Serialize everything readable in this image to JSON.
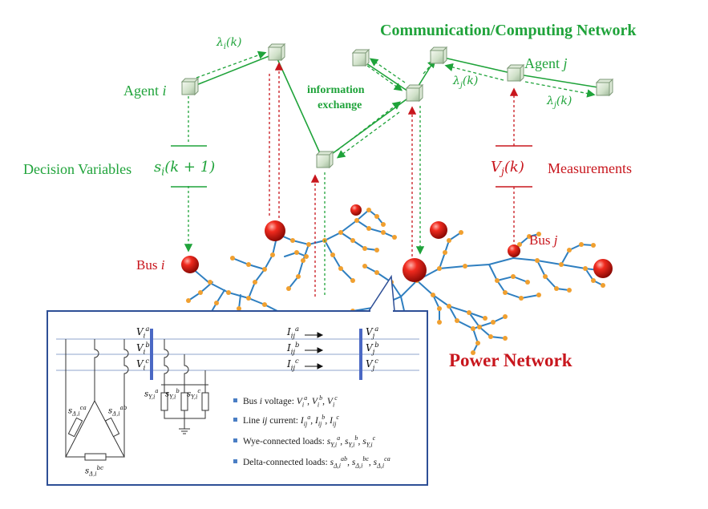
{
  "network_title": "Communication/Computing Network",
  "power_title": "Power Network",
  "agent_i": "Agent i",
  "agent_j": "Agent j",
  "lambda_i": "λi(k)",
  "lambda_j_1": "λj(k)",
  "lambda_j_2": "λj(k)",
  "info_exchange_line1": "information",
  "info_exchange_line2": "exchange",
  "decision_variables": "Decision Variables",
  "s_i": "si(k + 1)",
  "v_j": "Vj(k)",
  "measurements": "Measurements",
  "bus_i": "Bus i",
  "bus_j": "Bus j",
  "inset": {
    "v_labels_left": [
      "Vi a",
      "Vi b",
      "Vi c"
    ],
    "i_labels": [
      "Iij a",
      "Iij b",
      "Iij c"
    ],
    "v_labels_right": [
      "Vj a",
      "Vj b",
      "Vj c"
    ],
    "wye_loads": [
      "sY,i a",
      "sY,i b",
      "sY,i c"
    ],
    "delta_loads": [
      "sΔ,i ca",
      "sΔ,i ab",
      "sΔ,i bc"
    ],
    "bullets": [
      "Bus i voltage: Vi a, Vi b, Vi c",
      "Line ij current: Iij a, Iij b, Iij c",
      "Wye-connected loads: sY,i a, sY,i b, sY,i c",
      "Delta-connected loads: sΔ,i ab, sΔ,i bc, sΔ,i ca"
    ]
  },
  "colors": {
    "green": "#1fa33a",
    "red": "#c8161d",
    "inset_border": "#2e4f96",
    "bus_bar": "#4a68c4",
    "tree_branch": "#2f7fc0",
    "tree_node": "#f0a030"
  }
}
